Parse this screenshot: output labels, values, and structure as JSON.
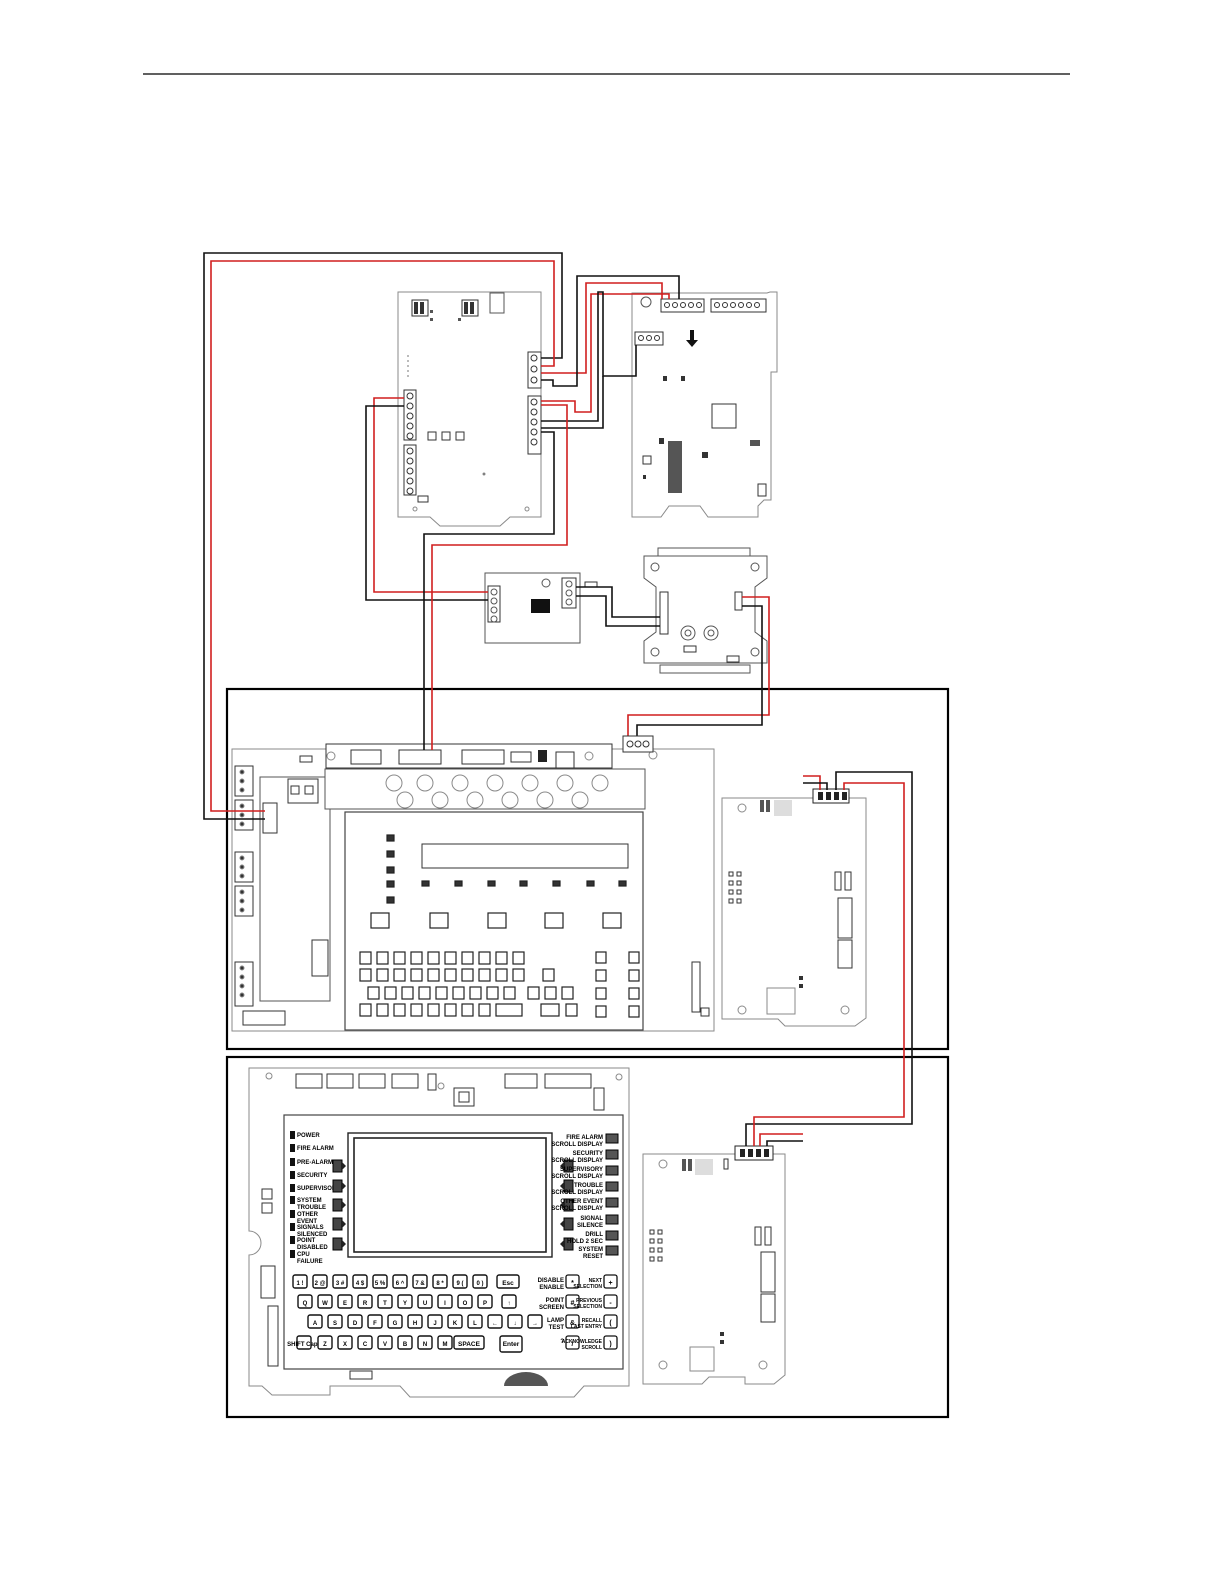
{
  "colors": {
    "wire_red": "#d11f1f",
    "wire_black": "#111111",
    "board_outline": "#8a8a8a",
    "frame": "#000000"
  },
  "panel_b": {
    "leds_left": [
      [
        "POWER"
      ],
      [
        "FIRE ALARM"
      ],
      [
        "PRE-ALARM"
      ],
      [
        "SECURITY"
      ],
      [
        "SUPERVISORY"
      ],
      [
        "SYSTEM",
        "TROUBLE"
      ],
      [
        "OTHER",
        "EVENT"
      ],
      [
        "SIGNALS",
        "SILENCED"
      ],
      [
        "POINT",
        "DISABLED"
      ],
      [
        "CPU",
        "FAILURE"
      ]
    ],
    "leds_right": [
      [
        "FIRE ALARM",
        "SCROLL DISPLAY"
      ],
      [
        "SECURITY",
        "SCROLL DISPLAY"
      ],
      [
        "SUPERVISORY",
        "SCROLL DISPLAY"
      ],
      [
        "TROUBLE",
        "SCROLL DISPLAY"
      ],
      [
        "OTHER EVENT",
        "SCROLL DISPLAY"
      ],
      [
        "SIGNAL",
        "SILENCE"
      ],
      [
        "DRILL",
        "HOLD 2 SEC"
      ],
      [
        "SYSTEM",
        "RESET"
      ]
    ],
    "key_rows": [
      [
        "1 !",
        "2 @",
        "3 #",
        "4 $",
        "5 %",
        "6 ^",
        "7 &",
        "8 *",
        "9 (",
        "0 )",
        "Esc"
      ],
      [
        "Q",
        "W",
        "E",
        "R",
        "T",
        "Y",
        "U",
        "I",
        "O",
        "P",
        "↑"
      ],
      [
        "A",
        "S",
        "D",
        "F",
        "G",
        "H",
        "J",
        "K",
        "L",
        "←",
        "↓",
        "→"
      ],
      [
        "SHIFT Caps",
        "Z",
        "X",
        "C",
        "V",
        "B",
        "N",
        "M",
        "SPACE",
        "Enter"
      ]
    ],
    "func_keys": [
      [
        "DISABLE",
        "ENABLE",
        "*",
        "NEXT",
        "SELECTION",
        "+"
      ],
      [
        "POINT",
        "SCREEN",
        "#",
        "PREVIOUS",
        "SELECTION",
        "-"
      ],
      [
        "LAMP",
        "TEST",
        "&",
        "RECALL",
        "LAST ENTRY",
        "("
      ],
      [
        "?",
        "",
        "/",
        "ACKNOWLEDGE",
        "SCROLL",
        ")"
      ]
    ]
  }
}
